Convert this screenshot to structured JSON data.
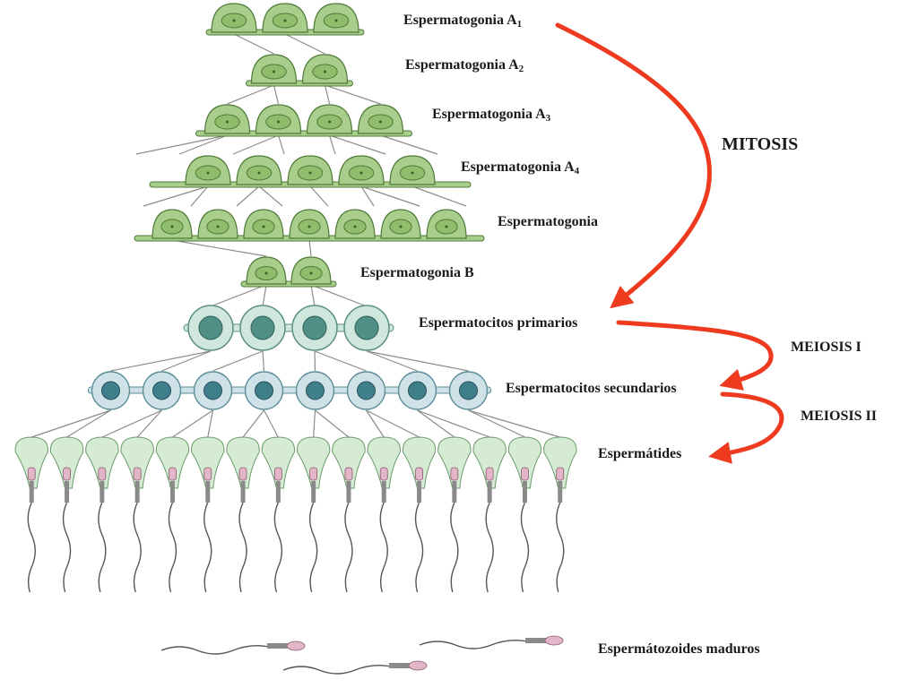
{
  "stages": [
    {
      "id": "a1",
      "text": "Espermatogonia A",
      "sub": "1"
    },
    {
      "id": "a2",
      "text": "Espermatogonia A",
      "sub": "2"
    },
    {
      "id": "a3",
      "text": "Espermatogonia A",
      "sub": "3"
    },
    {
      "id": "a4",
      "text": "Espermatogonia A",
      "sub": "4"
    },
    {
      "id": "in",
      "text": "Espermatogonia",
      "sub": ""
    },
    {
      "id": "b",
      "text": "Espermatogonia B",
      "sub": ""
    },
    {
      "id": "p1",
      "text": "Espermatocitos primarios",
      "sub": ""
    },
    {
      "id": "p2",
      "text": "Espermatocitos secundarios",
      "sub": ""
    },
    {
      "id": "st",
      "text": "Espermátides",
      "sub": ""
    },
    {
      "id": "sz",
      "text": "Espermátozoides maduros",
      "sub": ""
    }
  ],
  "phases": {
    "mitosis": "MITOSIS",
    "meiosis1": "MEIOSIS I",
    "meiosis2": "MEIOSIS II"
  },
  "colors": {
    "spermatogonia_fill": "#a9cd8a",
    "spermatogonia_stroke": "#4e7a38",
    "spermatocyte_fill": "#cfe7dc",
    "spermatocyte_nucleus": "#4f8f86",
    "secondary_fill": "#cfe2e8",
    "secondary_nucleus": "#3f7f8c",
    "spermatid_fill": "#d6ebd3",
    "sperm_head": "#e2b6c8",
    "arrow": "#ee3b1f",
    "line": "#8c8c8c"
  }
}
